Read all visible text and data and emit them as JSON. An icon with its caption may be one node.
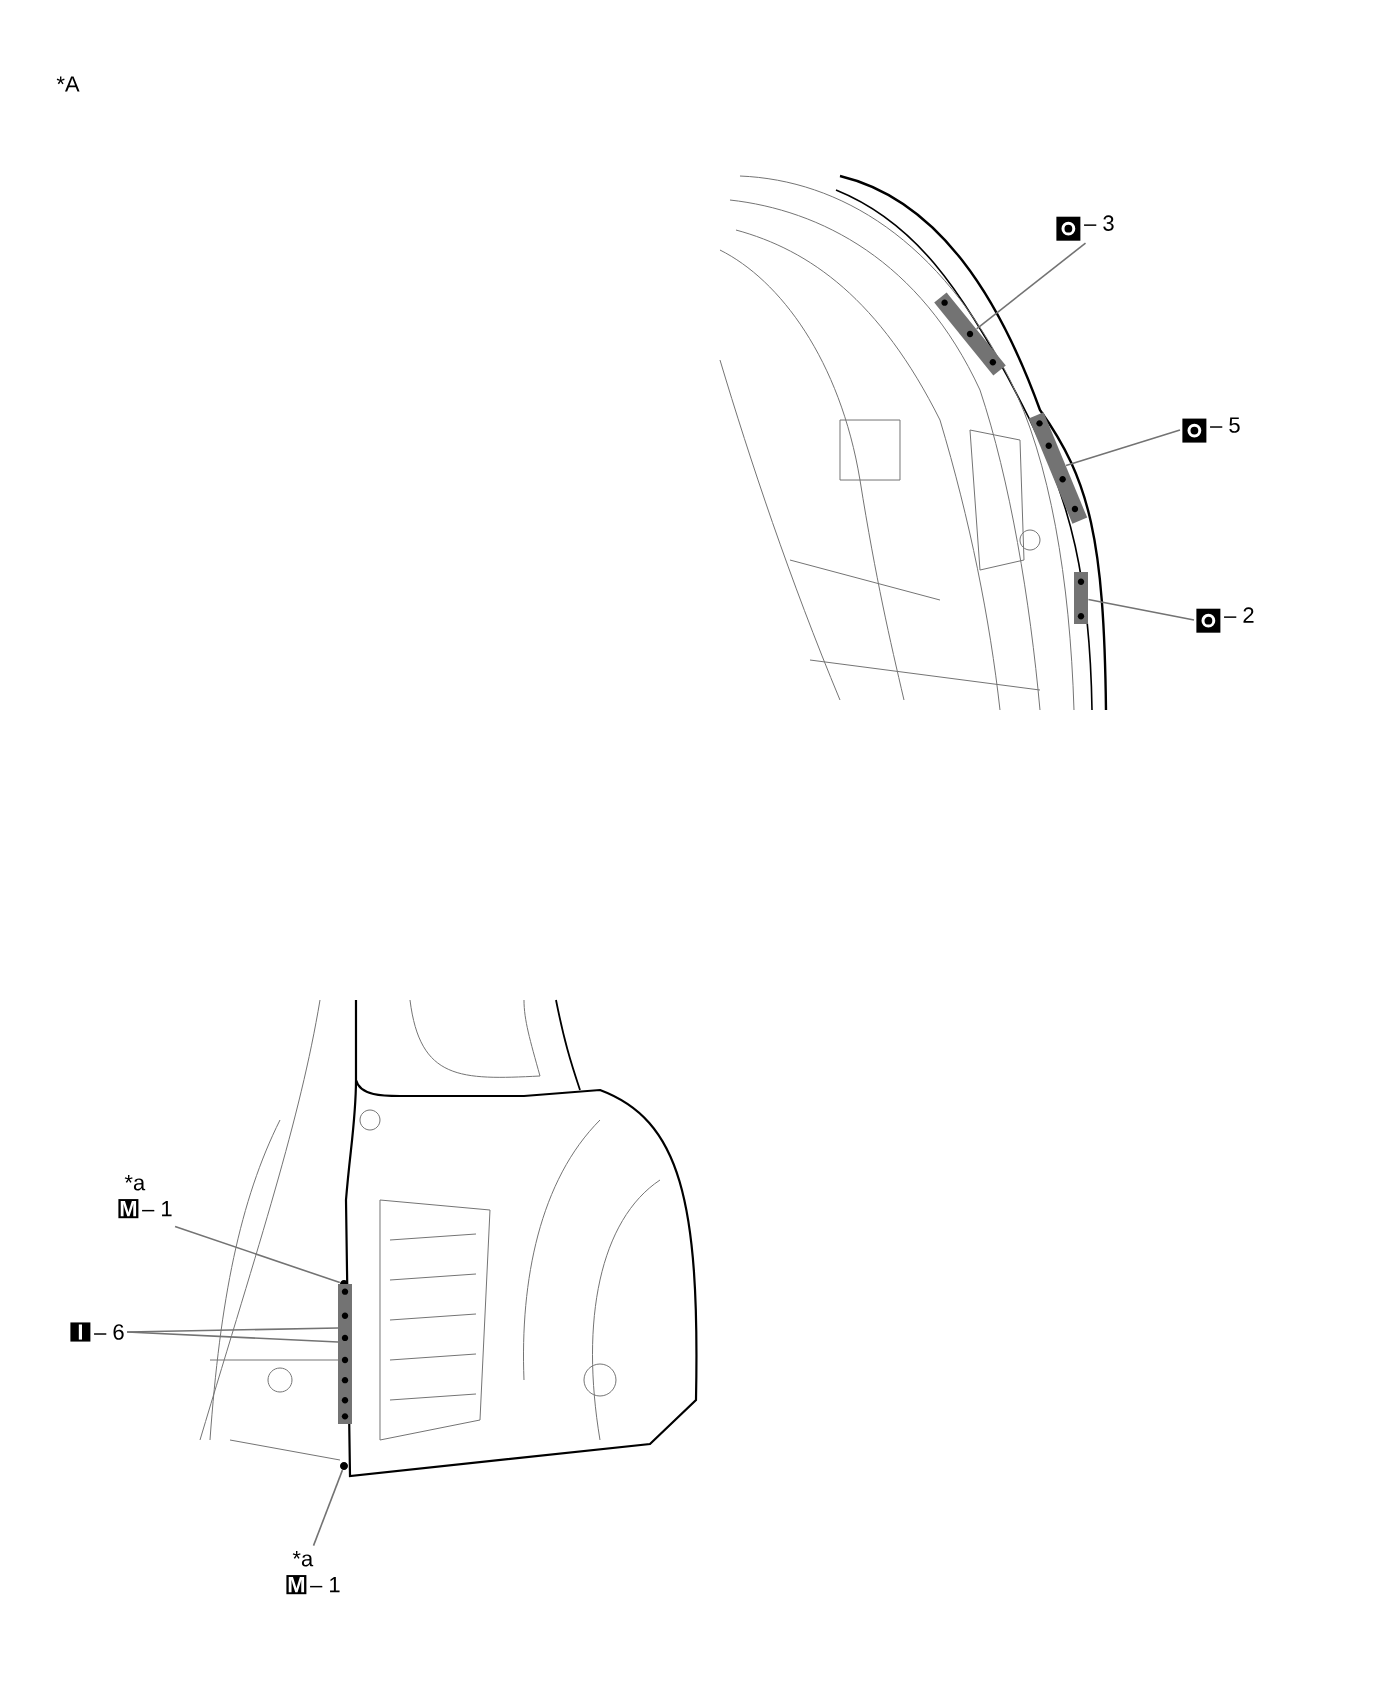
{
  "diagram": {
    "nodes": [
      {
        "text": [
          "– 3"
        ]
      },
      {
        "text": [
          "– 5"
        ]
      },
      {
        "text": [
          "– 2"
        ]
      },
      {
        "text": [
          "*a",
          "M",
          "– 1"
        ]
      },
      {
        "text": [
          "I",
          "– 6"
        ]
      },
      {
        "text": [
          "*a",
          "M",
          "– 1"
        ]
      },
      {
        "text": [],
        "shape": "bar"
      },
      {
        "text": [],
        "shape": "bar"
      },
      {
        "text": [],
        "shape": "bar"
      },
      {
        "text": [],
        "shape": "circle"
      },
      {
        "text": [],
        "shape": "bar"
      },
      {
        "text": [],
        "shape": "circle"
      }
    ],
    "edges": [
      {
        "from": 0,
        "to": 6,
        "arrow": "none"
      },
      {
        "from": 1,
        "to": 7,
        "arrow": "none"
      },
      {
        "from": 2,
        "to": 8,
        "arrow": "none"
      },
      {
        "from": 3,
        "to": 9,
        "arrow": "none"
      },
      {
        "from": 4,
        "to": 10,
        "arrow": "none"
      },
      {
        "from": 4,
        "to": 10,
        "arrow": "none"
      },
      {
        "from": 5,
        "to": 11,
        "arrow": "none"
      }
    ],
    "labels": [
      "*A"
    ]
  }
}
